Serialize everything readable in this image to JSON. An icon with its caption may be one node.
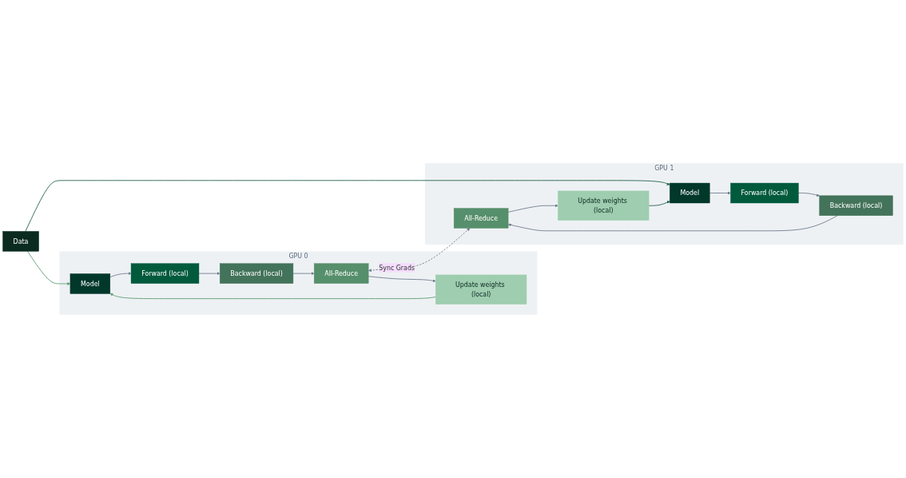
{
  "diagram": {
    "nodes": [
      {
        "text": [
          "GPU 0"
        ]
      },
      {
        "text": [
          "Model"
        ],
        "in": 0
      },
      {
        "text": [
          "Forward (local)"
        ],
        "in": 0
      },
      {
        "text": [
          "Backward (local)"
        ],
        "in": 0
      },
      {
        "text": [
          "All-Reduce"
        ],
        "in": 0
      },
      {
        "text": [
          "Update weights (local)"
        ],
        "in": 0
      },
      {
        "text": [
          "Data"
        ]
      },
      {
        "text": [
          "GPU 1"
        ]
      },
      {
        "text": [
          "Model"
        ],
        "in": 7
      },
      {
        "text": [
          "Forward (local)"
        ],
        "in": 7
      },
      {
        "text": [
          "Backward (local)"
        ],
        "in": 7
      },
      {
        "text": [
          "All-Reduce"
        ],
        "in": 7
      },
      {
        "text": [
          "Update weights (local)"
        ],
        "in": 7
      }
    ],
    "edges": [
      {
        "from": 1,
        "to": 2,
        "arrow": "to"
      },
      {
        "from": 2,
        "to": 3,
        "arrow": "to"
      },
      {
        "from": 3,
        "to": 4,
        "arrow": "to"
      },
      {
        "from": 4,
        "to": 5,
        "arrow": "to"
      },
      {
        "from": 5,
        "to": 1,
        "arrow": "to",
        "color": "#5a9a72"
      },
      {
        "from": 6,
        "to": 1,
        "arrow": "to",
        "color": "#5a9a72"
      },
      {
        "from": 6,
        "to": 8,
        "arrow": "to",
        "color": "#1f5f44"
      },
      {
        "from": 4,
        "to": 11,
        "arrow": "both",
        "style": "dashed",
        "label": "Sync Grads"
      },
      {
        "from": 8,
        "to": 9,
        "arrow": "to"
      },
      {
        "from": 9,
        "to": 10,
        "arrow": "to"
      },
      {
        "from": 10,
        "to": 11,
        "arrow": "to"
      },
      {
        "from": 11,
        "to": 12,
        "arrow": "to"
      },
      {
        "from": 12,
        "to": 8,
        "arrow": "to",
        "color": "#1f5f44"
      }
    ]
  }
}
